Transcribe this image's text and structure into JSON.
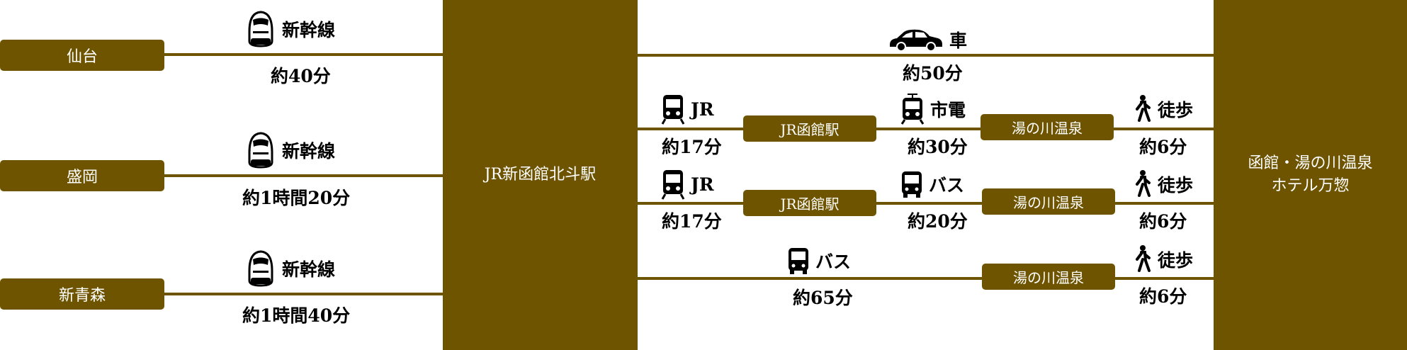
{
  "origins": [
    {
      "name": "仙台",
      "mode": "新幹線",
      "time": "約40分"
    },
    {
      "name": "盛岡",
      "mode": "新幹線",
      "time": "約1時間20分"
    },
    {
      "name": "新青森",
      "mode": "新幹線",
      "time": "約1時間40分"
    }
  ],
  "hub": "JR新函館北斗駅",
  "destination": {
    "line1": "函館・湯の川温泉",
    "line2": "ホテル万惣"
  },
  "routes": {
    "car": {
      "mode": "車",
      "time": "約50分"
    },
    "jr_tram": {
      "mode1": "JR",
      "time1": "約17分",
      "station": "JR函館駅",
      "mode2": "市電",
      "time2": "約30分",
      "stop": "湯の川温泉",
      "mode3": "徒歩",
      "time3": "約6分"
    },
    "jr_bus": {
      "mode1": "JR",
      "time1": "約17分",
      "station": "JR函館駅",
      "mode2": "バス",
      "time2": "約20分",
      "stop": "湯の川温泉",
      "mode3": "徒歩",
      "time3": "約6分"
    },
    "bus": {
      "mode1": "バス",
      "time1": "約65分",
      "stop": "湯の川温泉",
      "mode3": "徒歩",
      "time3": "約6分"
    }
  },
  "colors": {
    "brand": "#6f5400",
    "text": "#000000"
  }
}
